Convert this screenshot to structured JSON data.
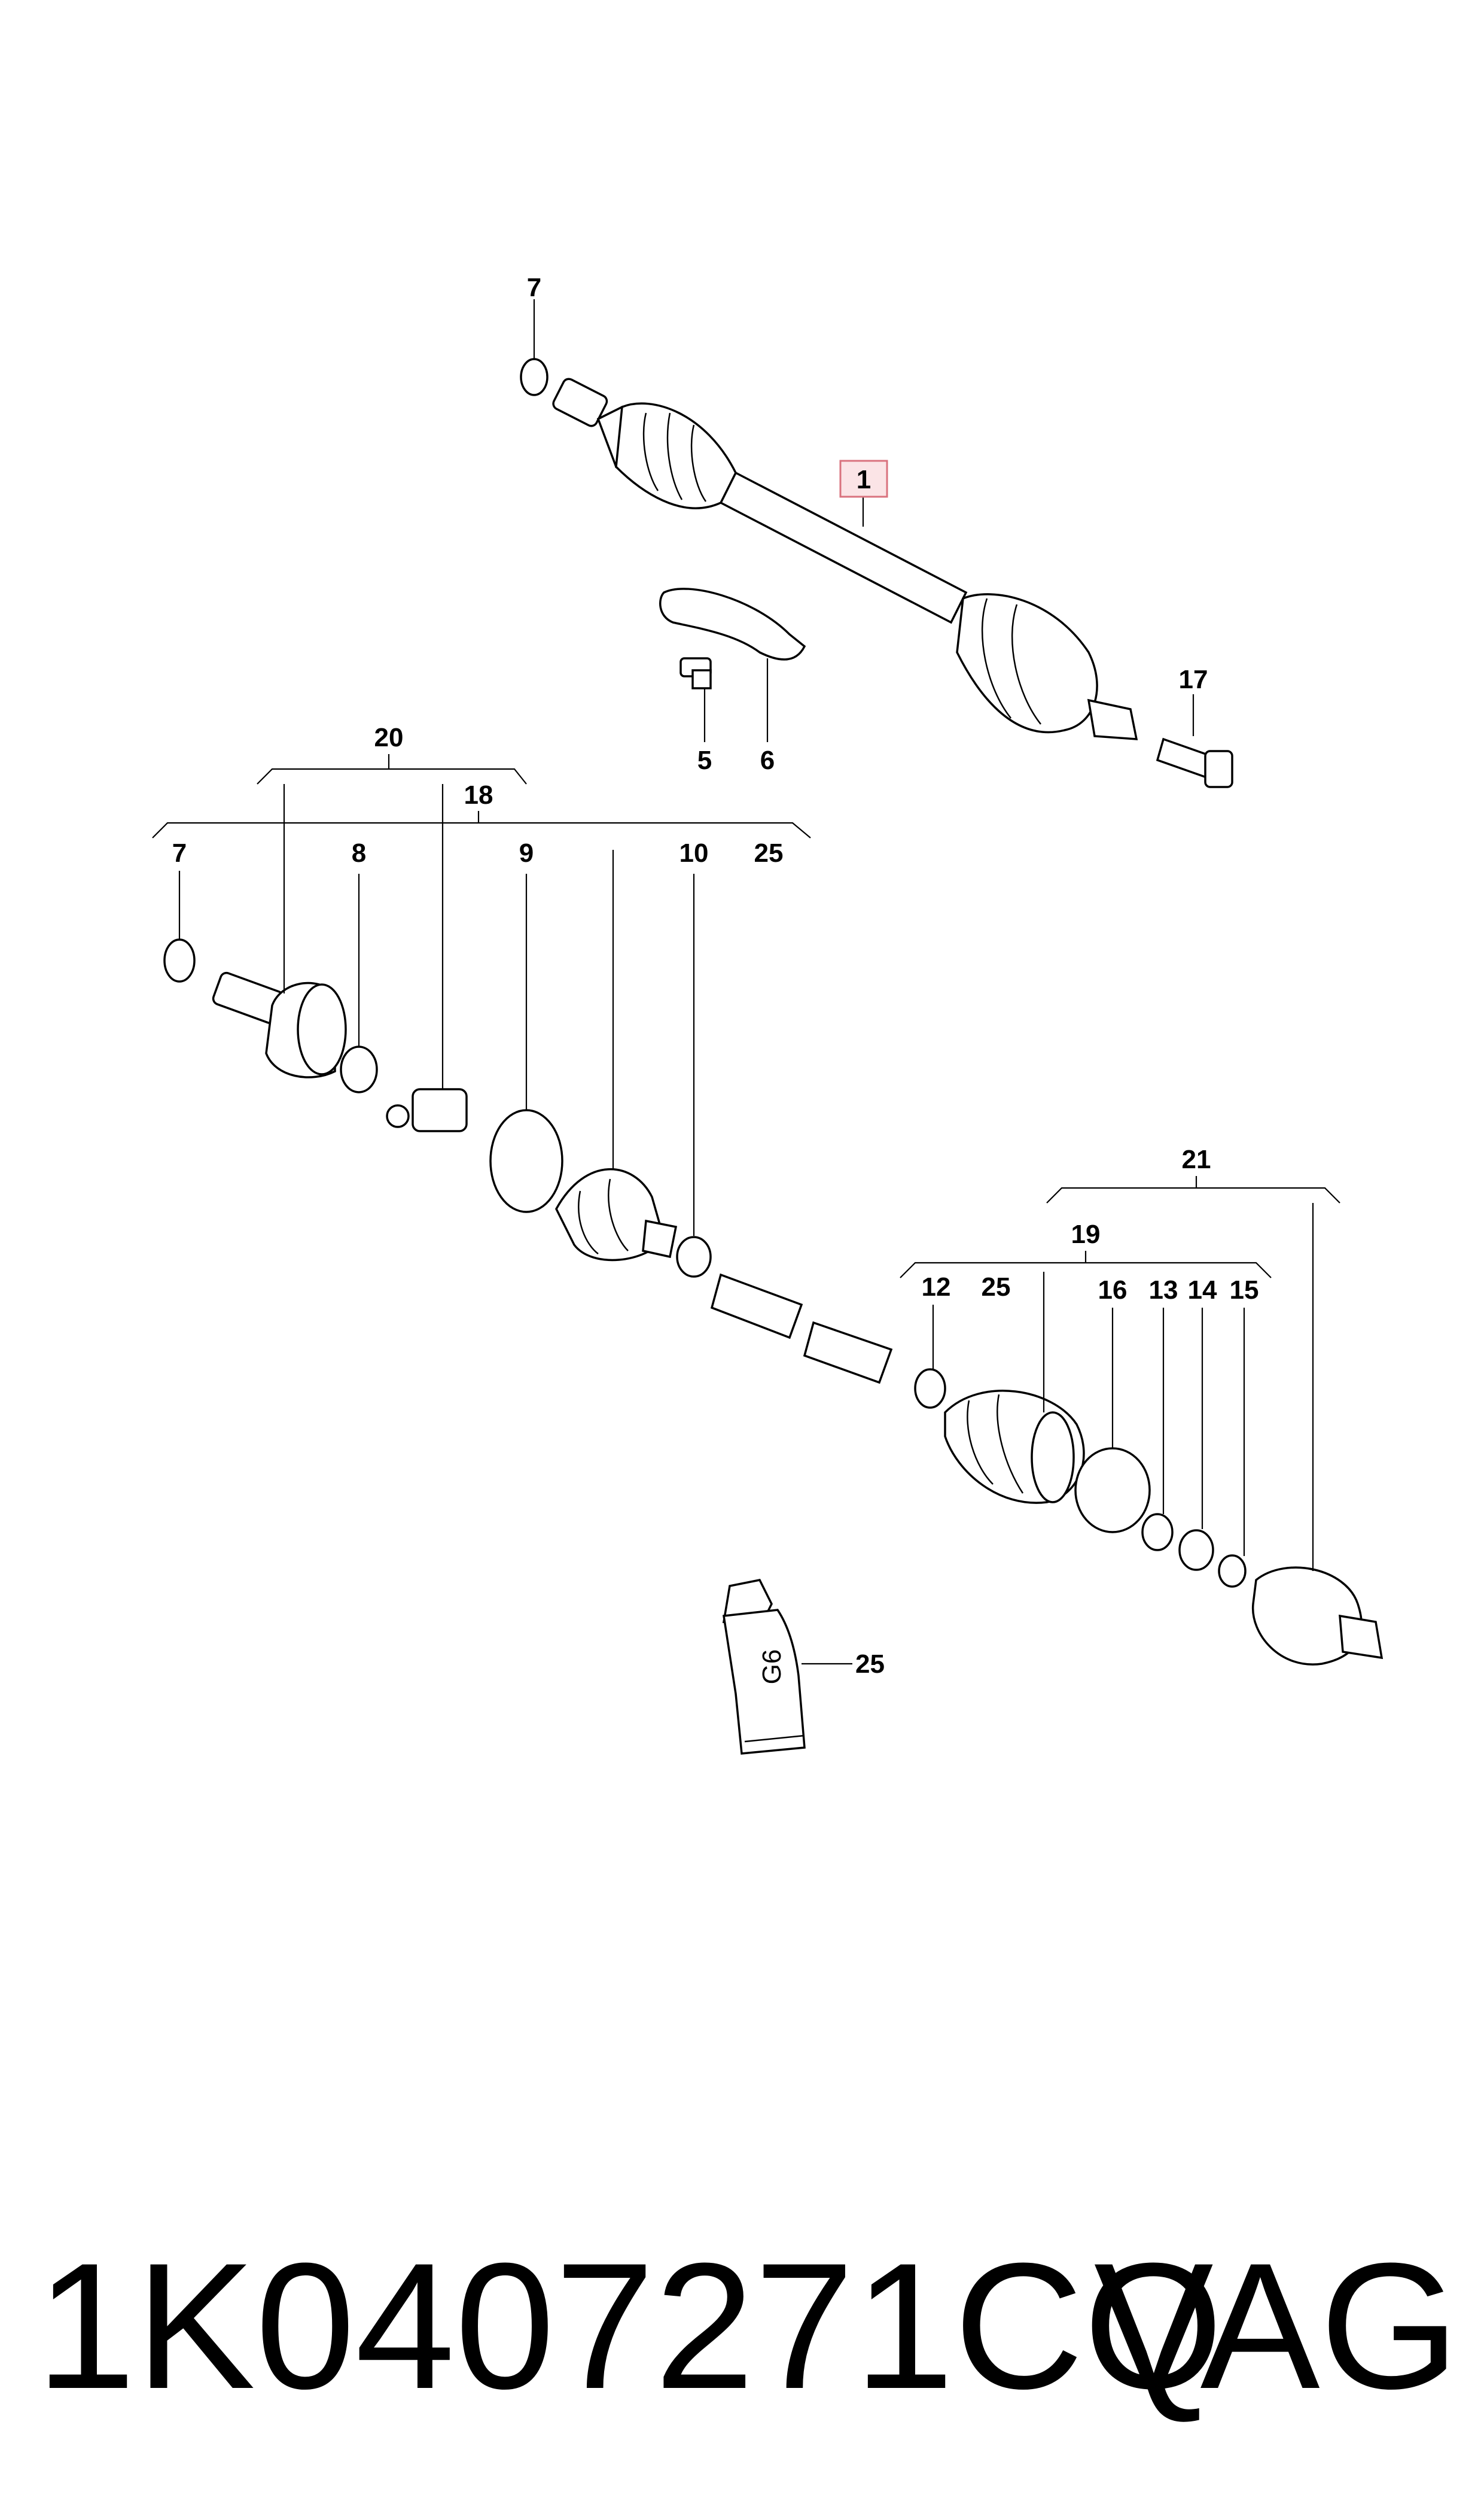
{
  "callouts": {
    "c7_top": "7",
    "c1": "1",
    "c17": "17",
    "c5": "5",
    "c6": "6",
    "c20": "20",
    "c18": "18",
    "c7": "7",
    "c8": "8",
    "c9": "9",
    "c10": "10",
    "c25_a": "25",
    "c21": "21",
    "c19": "19",
    "c12": "12",
    "c25_b": "25",
    "c16": "16",
    "c13": "13",
    "c14": "14",
    "c15": "15",
    "c25_tube": "25"
  },
  "tube_label": "G6",
  "footer": {
    "part_number": "1K0407271CQ",
    "brand": "VAG"
  },
  "colors": {
    "highlight_box_fill": "#fbe4e6",
    "highlight_box_stroke": "#d9727e",
    "line": "#000000"
  }
}
